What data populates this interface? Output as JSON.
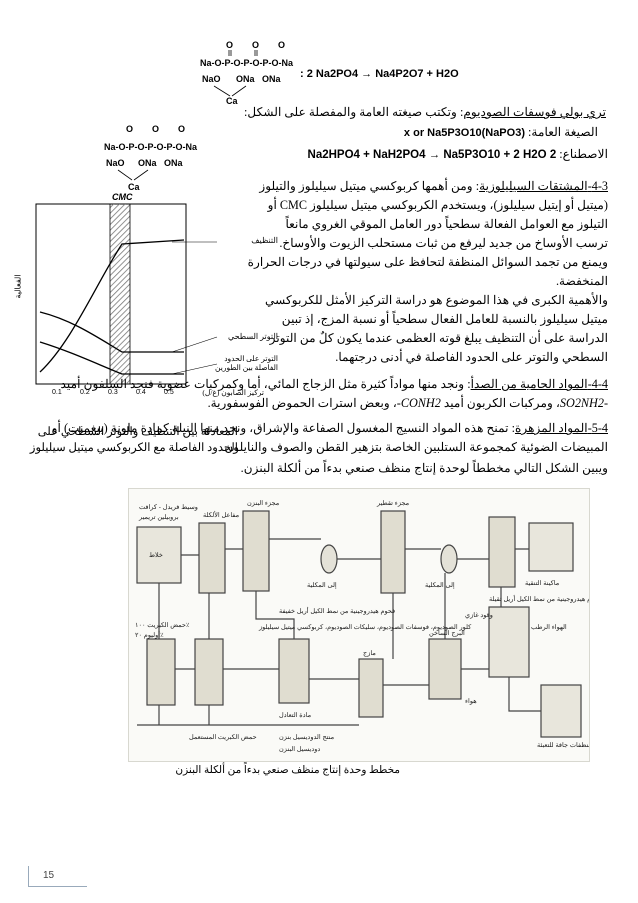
{
  "top_reaction": {
    "left_formula": "Na-O-P-O-P-O-Na  O=P(O-Na)  NaO Ca",
    "right_equation": ": 2 Na2PO4 → Na4P2O7 + H2O"
  },
  "tripoly": {
    "heading": "تري بولي فوسفات الصوديوم",
    "heading_rest": ": وتكتب صيغته العامة والمفصلة على الشكل:",
    "general_label": "الصيغة العامة:",
    "general_formula": "(NaPO3)x or Na5P3O10",
    "synthesis_label": "الاصطناع:",
    "synthesis_formula": "2 Na2HPO4 + NaH2PO4 → Na5P3O10 + 2 H2O"
  },
  "section_3_4": {
    "number": "4-3-",
    "title": "المشتقات السيليلوزية",
    "lines": [
      ": ومن أهمها كربوكسي ميتيل سيليلوز والتيلوز",
      "(ميتيل أو إيتيل سيليلوز)، ويستخدم الكربوكسي ميتيل سيليلوز CMC أو",
      "التيلوز مع العوامل الفعالة سطحياً دور العامل الموقي الغروي مانعاً",
      "ترسب الأوساخ من جديد ليرفع من ثبات مستحلب الزيوت والأوساخ.",
      "ويمنع من تجمد السوائل المنظفة لتحافظ على سيولتها في درجات الحرارة",
      "المنخفضة.",
      "والأهمية الكبرى في هذا الموضوع هو دراسة التركيز الأمثل للكربوكسي",
      "ميتيل سيليلوز بالنسبة للعامل الفعال سطحياً أو نسبة المزج، إذ تبين",
      "الدراسة على أن التنظيف يبلغ قوته العظمى عندما يكون كلٌ من التوتر",
      "السطحي والتوتر على الحدود الفاصلة في أدنى درجتهما."
    ]
  },
  "small_chart": {
    "cmc_label": "CMC",
    "y_label": "الفعالية",
    "curve_labels": [
      "التنظيف",
      "التوتر السطحي",
      "التوتر على الحدود الفاصلة بين الطورين"
    ],
    "x_label": "تركيز الصابون  (غ/ل)",
    "x_ticks": [
      "0.1",
      "0.2",
      "0.3",
      "0.4",
      "0.5"
    ],
    "caption_1": "المعادلة بين التنظيف والتوتر السطحي على",
    "caption_2": "الحدود الفاصلة مع الكربوكسي ميتيل سيليلوز"
  },
  "section_4_4": {
    "number": "4-4-",
    "title": "المواد الحامية من الصدأ",
    "line1": ": ونجد منها مواداً كثيرة مثل الزجاج المائي، أما وكمركبات عضوية فنجد السلفون أميد",
    "formula1": "-SO2NH2",
    "line2a": "، ومركبات الكربون أميد",
    "formula2": "CONH2-",
    "line2b": "، وبعض استرات الحموض الفوسفورية."
  },
  "section_5_4": {
    "number": "5-4-",
    "title": "المواد المزهرة",
    "line1": ": تمنح هذه المواد النسيج المغسول الصفاعة والإشراق، ونجد منها النيلة كمادة ملونة (بيغمنت) أو",
    "line2": "المبيضات الضوئية كمجموعة الستلبين الخاصة بتزهير القطن والصوف والنايلون.",
    "line3": "ويبين الشكل التالي مخططاً لوحدة إنتاج منظف صنعي بدءاً من ألكلة البنزن."
  },
  "process_diagram": {
    "labels": [
      "مجزء البنزن",
      "وسيط فريدل - كرافت",
      "بروبيلين تريمير",
      "خلاط",
      "مفاعل الألكلة",
      "إلى المكلية",
      "مجزء تقطير",
      "ماكينة التنقية",
      "فحوم هيدروجينية من نمط الكيل أريل خفيفة",
      "فحوم هيدروجينية من نمط الكيل أريل ثقيلة",
      "إلى المكلية",
      "كلور الصوديوم، فوسفات الصوديوم، سليكات الصوديوم، كربوكسي ميتيل سيليلوز",
      "الهواء الرطب",
      "وقود غازي",
      "البرج الساخن",
      "هواء",
      "منظفات جافة للتعبئة",
      "مازج",
      "مادة التعادل",
      "حمض الكبريت ١٠٠٪",
      "أوليوم ٢٠٪",
      "حمض الكبريت المستعمل",
      "منتج الدوديسيل بنزن",
      "دوديسيل البنزن"
    ],
    "caption": "مخطط وحدة إنتاج منظف صنعي بدءاً من ألكلة البنزن"
  },
  "page_number": "15"
}
